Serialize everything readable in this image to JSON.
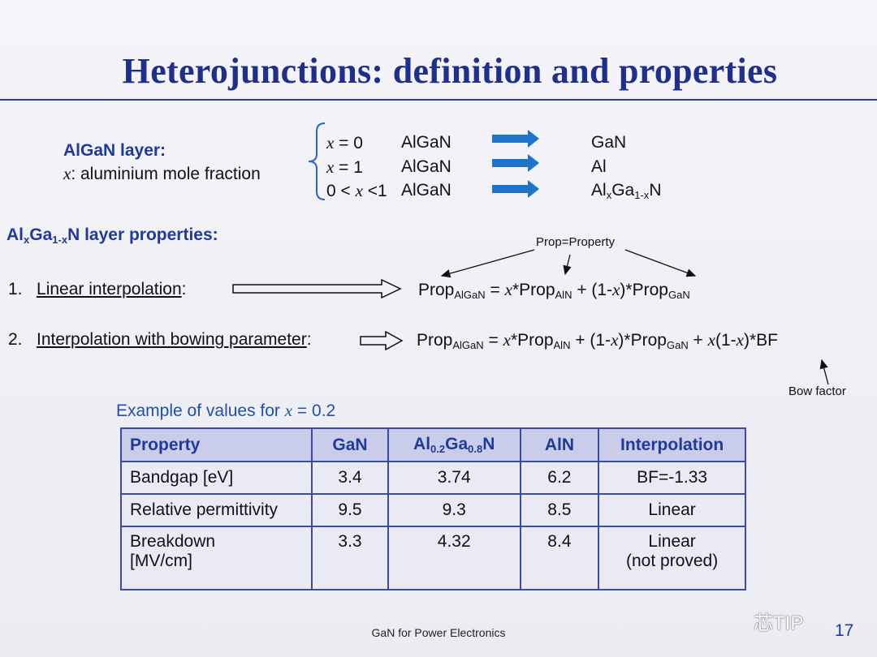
{
  "title": "Heterojunctions: definition and properties",
  "algan": {
    "heading": "AlGaN layer:",
    "desc_var": "x",
    "desc_text": ": aluminium mole fraction"
  },
  "cases": [
    {
      "cond_var": "x",
      "cond_pre": "",
      "cond_post": " = 0",
      "material": "AlGaN",
      "result": "GaN"
    },
    {
      "cond_var": "x",
      "cond_pre": "",
      "cond_post": " = 1",
      "material": "AlGaN",
      "result": "Al"
    },
    {
      "cond_var": "x",
      "cond_pre": "0 < ",
      "cond_post": " <1",
      "material": "AlGaN",
      "result_parts": [
        "Al",
        "x",
        "Ga",
        "1-x",
        "N"
      ]
    }
  ],
  "layer_props": {
    "parts": [
      "Al",
      "x",
      "Ga",
      "1-x",
      "N layer properties:"
    ]
  },
  "prop_note": "Prop=Property",
  "method1": {
    "num": "1.",
    "label": "Linear interpolation",
    "suffix": ":"
  },
  "method2": {
    "num": "2.",
    "label": "Interpolation with bowing parameter",
    "suffix": ":"
  },
  "formula": {
    "prop": "Prop",
    "sub_algan": "AlGaN",
    "sub_aln": "AlN",
    "sub_gan": "GaN",
    "eq": " = ",
    "x": "x",
    "times_prop": "*Prop",
    "plus_open": " + (1-",
    "close_times_prop": ")*Prop",
    "bow_plus": "  + ",
    "bow_open": "(1-",
    "bow_close": ")*BF"
  },
  "bow_factor": "Bow factor",
  "example": {
    "text": "Example of values for ",
    "var": "x",
    "value": " = 0.2"
  },
  "table": {
    "headers": [
      "Property",
      "GaN",
      "AlN",
      "Interpolation"
    ],
    "alloy_header_parts": [
      "Al",
      "0.2",
      "Ga",
      "0.8",
      "N"
    ],
    "rows": [
      {
        "property": "Bandgap [eV]",
        "gan": "3.4",
        "alloy": "3.74",
        "aln": "6.2",
        "interp": "BF=-1.33"
      },
      {
        "property": "Relative permittivity",
        "gan": "9.5",
        "alloy": "9.3",
        "aln": "8.5",
        "interp": "Linear"
      },
      {
        "property_l1": "Breakdown",
        "property_l2": "[MV/cm]",
        "gan": "3.3",
        "alloy": "4.32",
        "aln": "8.4",
        "interp_l1": "Linear",
        "interp_l2": "(not proved)"
      }
    ]
  },
  "footer": "GaN for Power Electronics",
  "page_number": "17",
  "watermark": "芯TIP",
  "colors": {
    "title": "#1f2f8c",
    "accent": "#1f3a9c",
    "arrow": "#1f73c9",
    "table_header": "#c9cde9",
    "table_cell": "#e9eaf5"
  }
}
